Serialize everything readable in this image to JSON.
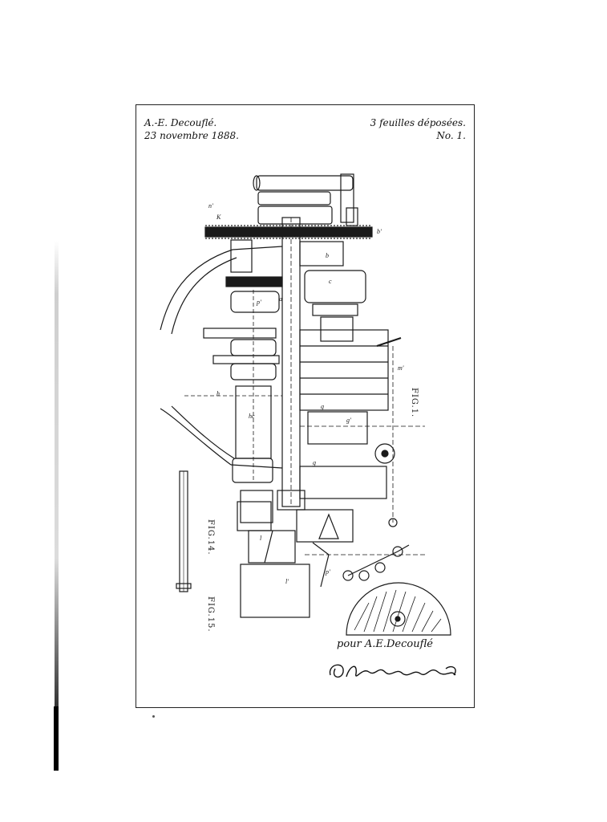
{
  "header": {
    "inventor": "A.-E. Decouflé.",
    "date": "23 novembre 1888.",
    "sheets": "3 feuilles déposées.",
    "number": "No. 1."
  },
  "figures": {
    "fig1": "FIG.1.",
    "fig14": "FIG.14.",
    "fig15": "FIG.15."
  },
  "signature": {
    "attribution": "pour A.E.Decouflé"
  },
  "drawing": {
    "subject": "patent drawing of machine (side elevation)",
    "line_color": "#1a1a1a",
    "background": "#ffffff"
  }
}
